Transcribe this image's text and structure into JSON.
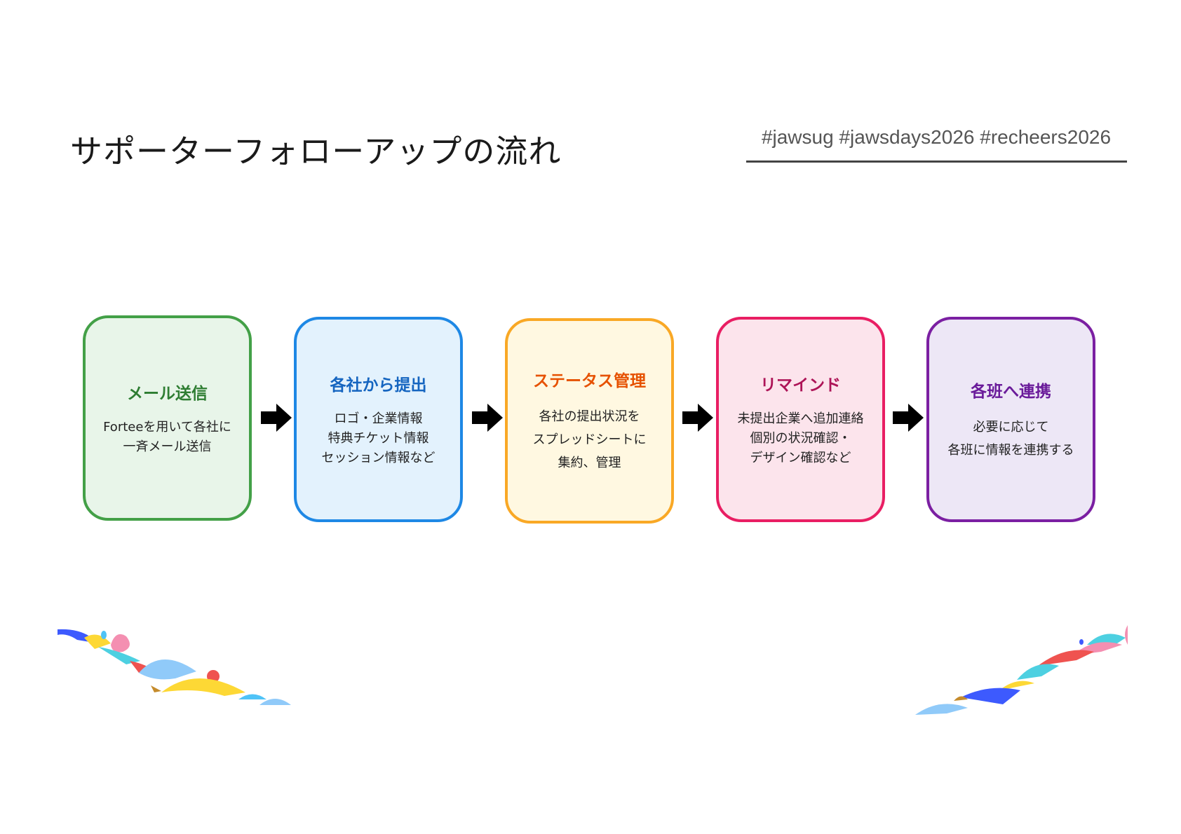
{
  "page": {
    "title": "サポーターフォローアップの流れ",
    "hashtags": "#jawsug #jawsdays2026 #recheers2026"
  },
  "steps": [
    {
      "title": "メール送信",
      "desc": [
        "Forteeを用いて各社に",
        "一斉メール送信"
      ],
      "border_color": "#43A047",
      "bg_color": "#E8F5E9",
      "title_color": "#2E7D32"
    },
    {
      "title": "各社から提出",
      "desc": [
        "ロゴ・企業情報",
        "特典チケット情報",
        "セッション情報など"
      ],
      "border_color": "#1E88E5",
      "bg_color": "#E3F2FD",
      "title_color": "#1565C0"
    },
    {
      "title": "ステータス管理",
      "desc": [
        "各社の提出状況を",
        "スプレッドシートに",
        "集約、管理"
      ],
      "border_color": "#F9A825",
      "bg_color": "#FFF8E1",
      "title_color": "#E65100"
    },
    {
      "title": "リマインド",
      "desc": [
        "未提出企業へ追加連絡",
        "個別の状況確認・",
        "デザイン確認など"
      ],
      "border_color": "#E91E63",
      "bg_color": "#FCE4EC",
      "title_color": "#AD1457"
    },
    {
      "title": "各班へ連携",
      "desc": [
        "必要に応じて",
        "各班に情報を連携する"
      ],
      "border_color": "#7B1FA2",
      "bg_color": "#EDE7F6",
      "title_color": "#6A1B9A"
    }
  ],
  "icons": {
    "arrow": "right-arrow-icon",
    "decoration_left": "confetti-decoration",
    "decoration_right": "confetti-decoration"
  }
}
